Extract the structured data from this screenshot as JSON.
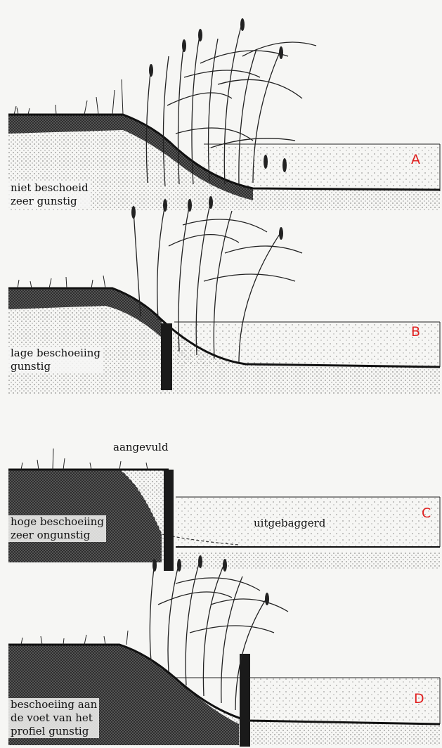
{
  "colors": {
    "ink": "#141414",
    "letter": "#e02020",
    "paper": "#f6f6f4"
  },
  "panels": [
    {
      "letter": "A",
      "caption": "niet beschoeid\nzeer gunstig"
    },
    {
      "letter": "B",
      "caption": "lage beschoeiing\ngunstig"
    },
    {
      "letter": "C",
      "caption": "hoge beschoeiing\nzeer ongunstig",
      "annotation_top": "aangevuld",
      "annotation_water": "uitgebaggerd"
    },
    {
      "letter": "D",
      "caption": "beschoeiing aan\nde voet van het\nprofiel gunstig"
    }
  ]
}
